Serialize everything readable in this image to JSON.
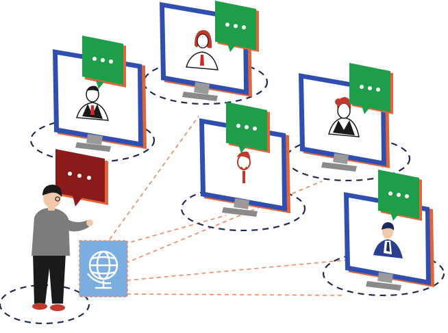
{
  "colors": {
    "monitor_frame": "#2f4fb0",
    "monitor_frame_shadow": "#e0663a",
    "screen": "#ffffff",
    "stand": "#9a9a9a",
    "bubble_green": "#1f9e4a",
    "bubble_green_shadow": "#e0663a",
    "bubble_red": "#8b1a1a",
    "ellipse_stroke": "#1c2a55",
    "connector": "#f0855a",
    "globe_panel": "#7aaee0",
    "person_shirt": "#7c7c7c",
    "person_pants": "#1a1a1a",
    "person_hair": "#1a1a1a",
    "skin": "#f2c9a8"
  },
  "icons": {
    "speaker_bubble": "chat-bubble-icon",
    "participant_bubble": "chat-bubble-icon",
    "translation": "globe-icon"
  },
  "participants": [
    {
      "id": "p1",
      "gender": "male",
      "suit": "dark",
      "tie": "red",
      "bubble": "green",
      "style": "outline"
    },
    {
      "id": "p2",
      "gender": "female",
      "hair": "red",
      "tie": "red",
      "bubble": "green",
      "style": "outline"
    },
    {
      "id": "p3",
      "gender": "female",
      "hair": "red",
      "bubble": "green",
      "style": "outline"
    },
    {
      "id": "p4",
      "gender": "male",
      "tie": "red",
      "bubble": "green",
      "style": "outline"
    },
    {
      "id": "p5",
      "gender": "male",
      "suit": "navy",
      "bubble": "green",
      "style": "filled"
    }
  ],
  "speaker": {
    "bubble": "red",
    "role": "presenter"
  }
}
